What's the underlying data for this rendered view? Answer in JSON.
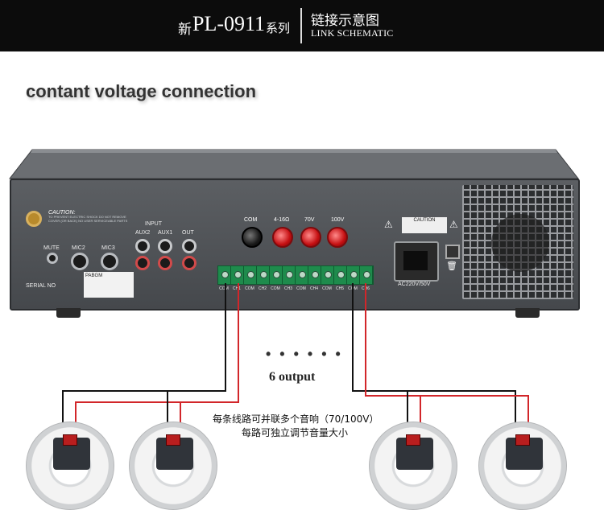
{
  "header": {
    "model_prefix": "新",
    "model_title": "PL-0911",
    "model_suffix": "系列",
    "schematic_cn": "链接示意图",
    "schematic_en": "LINK SCHEMATIC"
  },
  "section_heading": "contant voltage connection",
  "amplifier": {
    "caution_title": "CAUTION:",
    "caution_text": "TO PREVENT ELECTRIC SHOCK DO NOT REMOVE COVER (OR BACK) NO USER SERVICEABLE PARTS",
    "input_label": "INPUT",
    "aux2": "AUX2",
    "aux1": "AUX1",
    "out": "OUT",
    "mute": "MUTE",
    "mic2": "MIC2",
    "mic3": "MIC3",
    "serial": "SERIAL NO",
    "sticker_brand": "PABGM",
    "com": "COM",
    "ohm": "4-16Ω",
    "v70": "70V",
    "v100": "100V",
    "caution_label": "CAUTION",
    "power": "AC220V/50V",
    "terminals": [
      "COM",
      "CH1",
      "COM",
      "CH2",
      "COM",
      "CH3",
      "COM",
      "CH4",
      "COM",
      "CH5",
      "COM",
      "CH6"
    ]
  },
  "annotations": {
    "dots": "• • • • • •",
    "output_label": "6 output",
    "note_line1": "每条线路可并联多个音响（70/100V）",
    "note_line2": "每路可独立调节音量大小"
  },
  "colors": {
    "header_bg": "#0c0c0c",
    "wire_red": "#d2262a",
    "wire_black": "#111111",
    "terminal_green": "#1e8b4c"
  }
}
